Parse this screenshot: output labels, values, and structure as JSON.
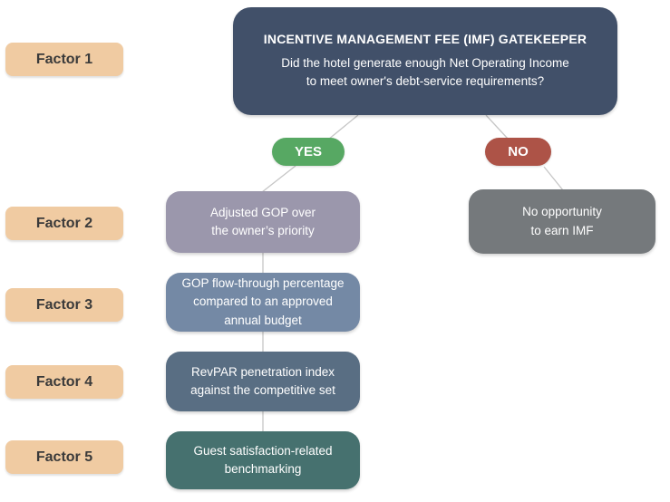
{
  "palette": {
    "header_bg": "#415069",
    "factor_badge_bg": "#f0cba2",
    "yes_bg": "#57a863",
    "no_bg": "#ad5347",
    "step2_bg": "#9b97ac",
    "step3_bg": "#7489a5",
    "step4_bg": "#596e83",
    "step5_bg": "#46716f",
    "no_outcome_bg": "#75797c",
    "connector_line": "#c6c6c6",
    "node_text": "#ffffff",
    "factor_text": "#3a3a3a"
  },
  "header": {
    "title": "INCENTIVE MANAGEMENT FEE (IMF) GATEKEEPER",
    "question": "Did the hotel generate enough Net Operating Income\nto meet owner's debt-service requirements?"
  },
  "branch_labels": {
    "yes": "YES",
    "no": "NO"
  },
  "factor_labels": [
    "Factor 1",
    "Factor 2",
    "Factor 3",
    "Factor 4",
    "Factor 5"
  ],
  "outcomes": {
    "yes_steps": [
      "Adjusted GOP over\nthe owner’s priority",
      "GOP flow-through percentage\ncompared to an approved\nannual budget",
      "RevPAR penetration index\nagainst the competitive set",
      "Guest satisfaction-related\nbenchmarking"
    ],
    "no_result": "No opportunity\nto earn IMF"
  }
}
